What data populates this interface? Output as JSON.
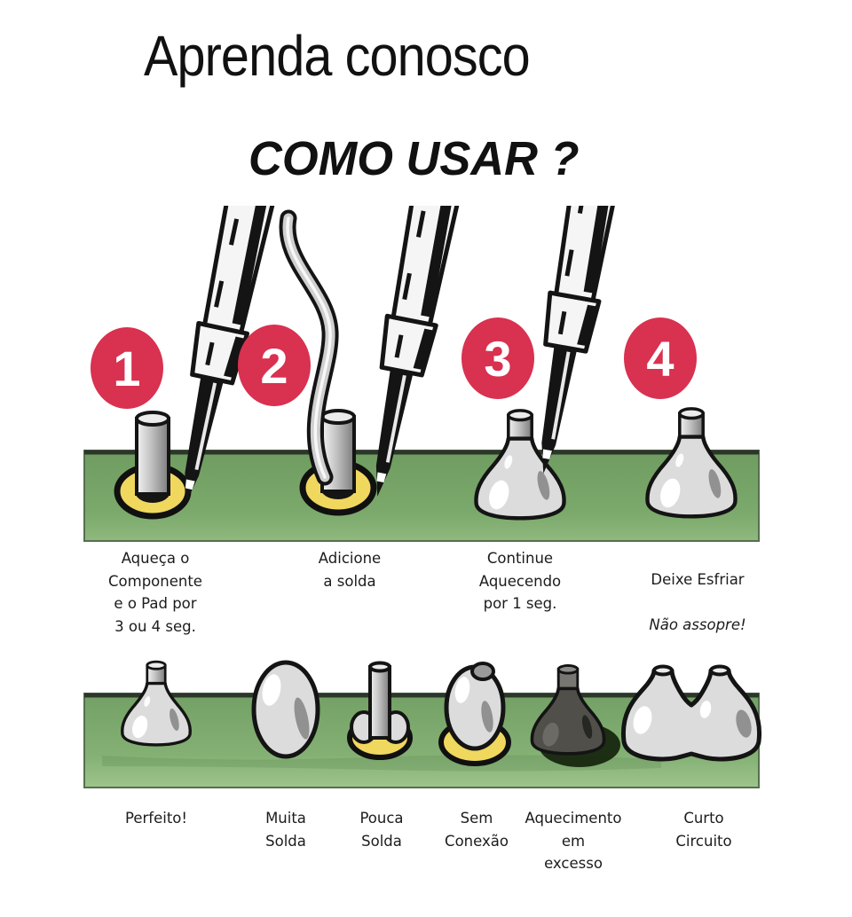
{
  "title": "Aprenda conosco",
  "subtitle": "COMO USAR ?",
  "steps": [
    {
      "number": "1",
      "caption": "Aqueça o\nComponente\ne o Pad por\n3 ou 4 seg."
    },
    {
      "number": "2",
      "caption": "Adicione\na solda"
    },
    {
      "number": "3",
      "caption": "Continue\nAquecendo\npor 1 seg."
    },
    {
      "number": "4",
      "caption": "Deixe Esfriar",
      "note": "Não assopre!"
    }
  ],
  "results": [
    {
      "label": "Perfeito!"
    },
    {
      "label": "Muita\nSolda"
    },
    {
      "label": "Pouca\nSolda"
    },
    {
      "label": "Sem\nConexão"
    },
    {
      "label": "Aquecimento\nem\nexcesso"
    },
    {
      "label": "Curto\nCircuito"
    }
  ],
  "colors": {
    "badge_red": "#d93150",
    "board_green": "#74a065",
    "pad_yellow": "#f0d75e",
    "solder_gray": "#dcdcdc",
    "burnt_dark": "#504f4a",
    "ink": "#141414"
  }
}
